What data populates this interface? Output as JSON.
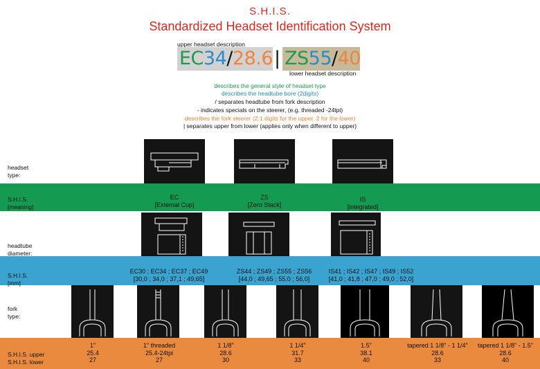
{
  "header": {
    "acronym": "S.H.I.S.",
    "full_title": "Standardized Headset Identification System"
  },
  "code_example": {
    "upper_label": "upper headset description",
    "lower_label": "lower headset description",
    "upper_type": "EC",
    "upper_bore": "34",
    "upper_sep": "/",
    "upper_steerer": "28.6",
    "divider": "|",
    "lower_type": "ZS",
    "lower_bore": "55",
    "lower_sep": "/",
    "lower_steerer": "40"
  },
  "legend": [
    {
      "text": "describes the general style of headset type",
      "color": "#1e9a4e"
    },
    {
      "text": "describes the headtube bore (2digits)",
      "color": "#2a8bc9"
    },
    {
      "text": "/ separates headtube from fork description",
      "color": "#111111"
    },
    {
      "text": "- indicates specials on the steerer, (e.g. threaded -24tpi)",
      "color": "#111111"
    },
    {
      "text": "describes the fork steerer (2.1 digits for the upper, 2 for the lower)",
      "color": "#f0843a"
    },
    {
      "text": "| separates upper from lower (applies only when different to upper)",
      "color": "#111111"
    }
  ],
  "row_labels": {
    "headset_type_1": "headset",
    "headset_type_2": "type:",
    "shis_meaning_1": "S.H.I.S.",
    "shis_meaning_2": "[meaning]",
    "headtube_1": "headtube",
    "headtube_2": "diameter:",
    "shis_mm_1": "S.H.I.S.",
    "shis_mm_2": "[mm]",
    "fork_1": "fork",
    "fork_2": "type:",
    "shis_upper": "S.H.I.S. upper",
    "shis_lower": "S.H.I.S. lower"
  },
  "headset_types": [
    {
      "code": "EC",
      "meaning": "[External Cup]"
    },
    {
      "code": "ZS",
      "meaning": "[Zero Stack]"
    },
    {
      "code": "IS",
      "meaning": "[integrated]"
    }
  ],
  "headtube_sizes": [
    {
      "codes": "EC30 ; EC34 ; EC37 ; EC49",
      "mm": "[30,0 ;   34,0 ;   37,1  ;  49,65]"
    },
    {
      "codes": "ZS44 ; ZS49 ; ZS55 ; ZS56",
      "mm": "[44,0 ; 49,65 ;  55,0  ;  56,0]"
    },
    {
      "codes": "IS41 ; IS42 ; IS47 ; IS49 ; IS52",
      "mm": "[41,0 ; 41,8 ; 47,0 ;  49,0 ; 52,0]"
    }
  ],
  "forks": [
    {
      "desc": "1\"",
      "upper": "25.4",
      "lower": "27"
    },
    {
      "desc": "1\"  threaded",
      "upper": "25.4-24tpi",
      "lower": "27"
    },
    {
      "desc": "1 1/8\"",
      "upper": "28.6",
      "lower": "30"
    },
    {
      "desc": "1 1/4\"",
      "upper": "31.7",
      "lower": "33"
    },
    {
      "desc": "1.5\"",
      "upper": "38.1",
      "lower": "40"
    },
    {
      "desc": "tapered 1 1/8\" - 1 1/4\"",
      "upper": "28.6",
      "lower": "33"
    },
    {
      "desc": "tapered 1 1/8\" - 1.5\"",
      "upper": "28.6",
      "lower": "40"
    }
  ]
}
